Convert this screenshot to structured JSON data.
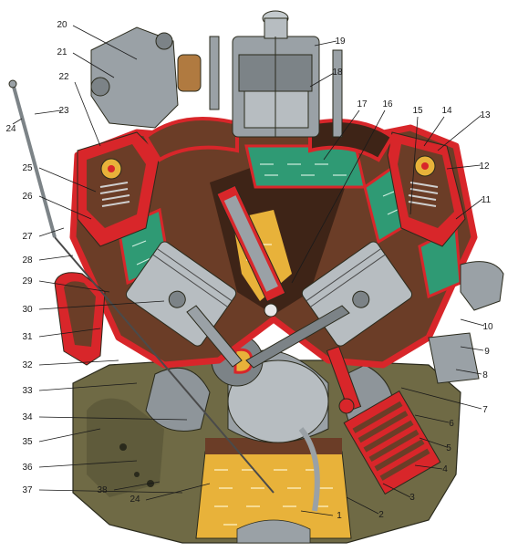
{
  "diagram": {
    "callouts": [
      {
        "id": "c1",
        "label": "1"
      },
      {
        "id": "c2",
        "label": "2"
      },
      {
        "id": "c3",
        "label": "3"
      },
      {
        "id": "c4",
        "label": "4"
      },
      {
        "id": "c5",
        "label": "5"
      },
      {
        "id": "c6",
        "label": "6"
      },
      {
        "id": "c7",
        "label": "7"
      },
      {
        "id": "c8",
        "label": "8"
      },
      {
        "id": "c9",
        "label": "9"
      },
      {
        "id": "c10",
        "label": "10"
      },
      {
        "id": "c11",
        "label": "11"
      },
      {
        "id": "c12",
        "label": "12"
      },
      {
        "id": "c13",
        "label": "13"
      },
      {
        "id": "c14",
        "label": "14"
      },
      {
        "id": "c15",
        "label": "15"
      },
      {
        "id": "c16",
        "label": "16"
      },
      {
        "id": "c17",
        "label": "17"
      },
      {
        "id": "c18",
        "label": "18"
      },
      {
        "id": "c19",
        "label": "19"
      },
      {
        "id": "c20",
        "label": "20"
      },
      {
        "id": "c21",
        "label": "21"
      },
      {
        "id": "c22",
        "label": "22"
      },
      {
        "id": "c23",
        "label": "23"
      },
      {
        "id": "c24a",
        "label": "24"
      },
      {
        "id": "c25",
        "label": "25"
      },
      {
        "id": "c26",
        "label": "26"
      },
      {
        "id": "c27",
        "label": "27"
      },
      {
        "id": "c28",
        "label": "28"
      },
      {
        "id": "c29",
        "label": "29"
      },
      {
        "id": "c30",
        "label": "30"
      },
      {
        "id": "c31",
        "label": "31"
      },
      {
        "id": "c32",
        "label": "32"
      },
      {
        "id": "c33",
        "label": "33"
      },
      {
        "id": "c34",
        "label": "34"
      },
      {
        "id": "c35",
        "label": "35"
      },
      {
        "id": "c36",
        "label": "36"
      },
      {
        "id": "c37",
        "label": "37"
      },
      {
        "id": "c38",
        "label": "38"
      },
      {
        "id": "c24b",
        "label": "24"
      }
    ],
    "colors": {
      "section_red": "#d8262a",
      "coolant_green": "#2f9a74",
      "oil_yellow": "#e8b23a",
      "steel_gray": "#9aa1a6",
      "block_olive": "#6f6a45",
      "interior_brown": "#6b3d27",
      "dark_brown": "#3e2417"
    }
  }
}
